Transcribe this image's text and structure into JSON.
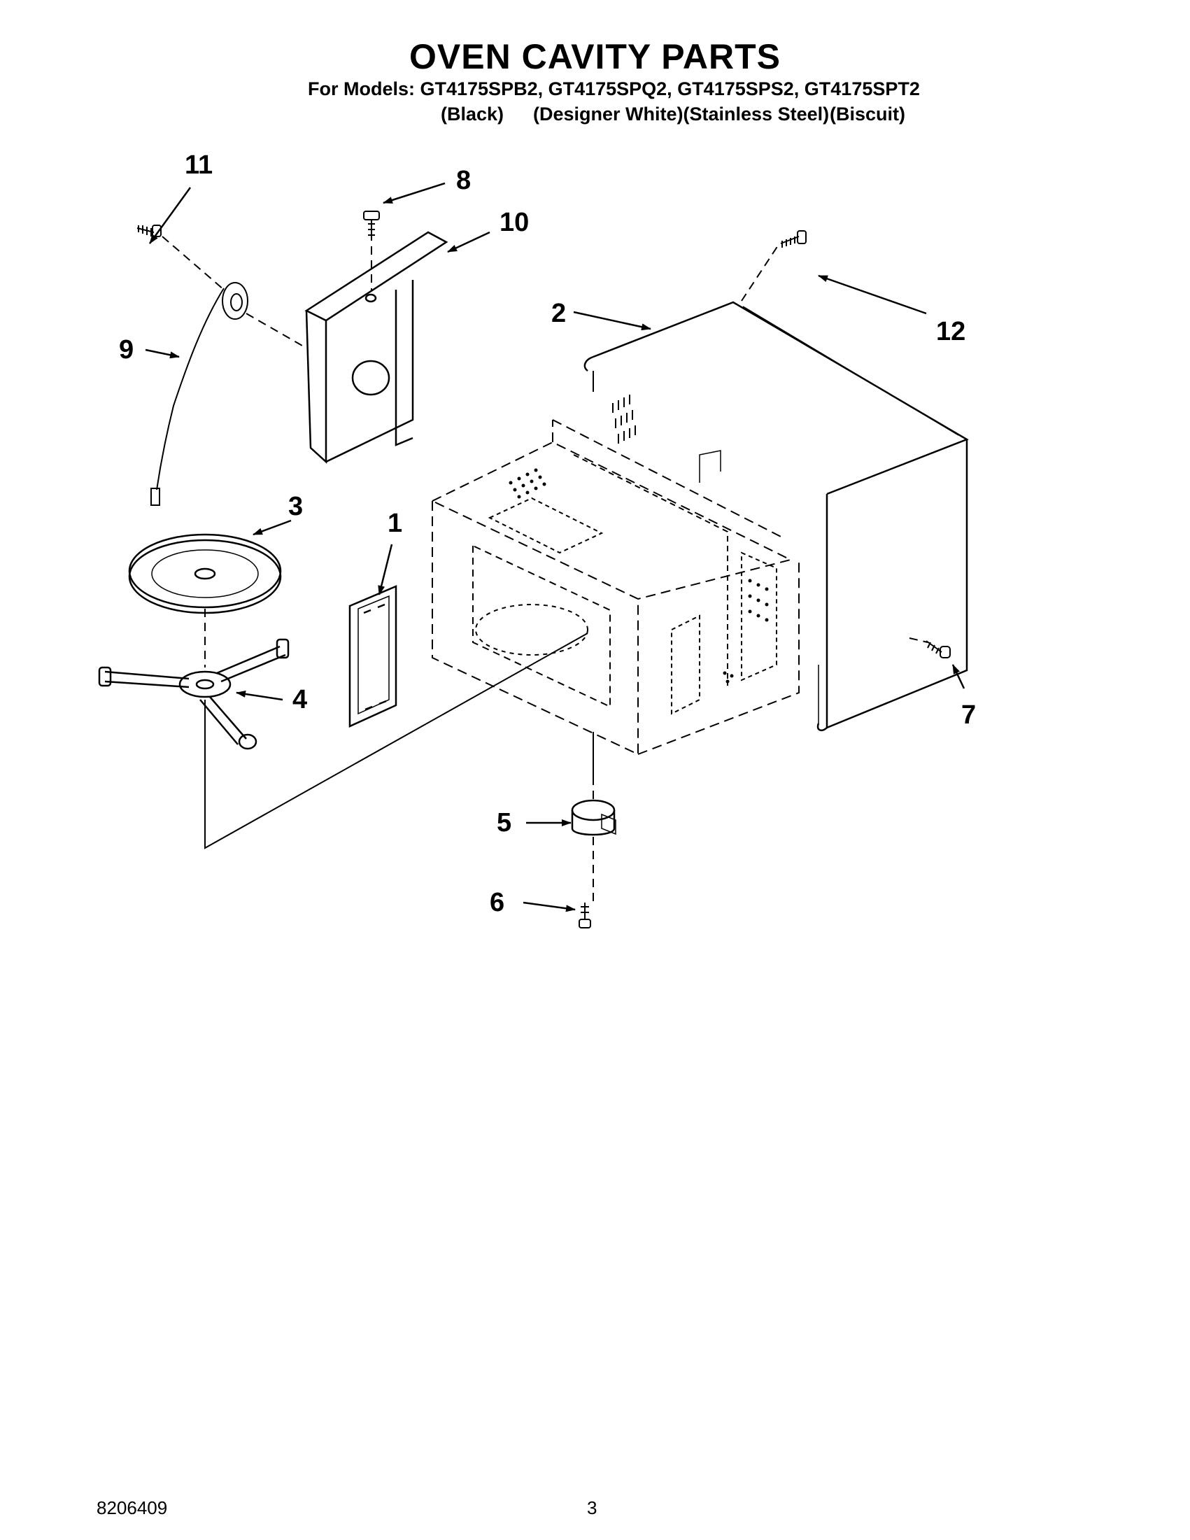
{
  "document": {
    "title": "OVEN CAVITY PARTS",
    "models_line": "For Models: GT4175SPB2, GT4175SPQ2, GT4175SPS2, GT4175SPT2",
    "colors": [
      "(Black)",
      "(Designer White)(Stainless Steel)",
      "(Biscuit)"
    ],
    "doc_number": "8206409",
    "page_number": "3"
  },
  "callouts": [
    "1",
    "2",
    "3",
    "4",
    "5",
    "6",
    "7",
    "8",
    "9",
    "10",
    "11",
    "12"
  ]
}
